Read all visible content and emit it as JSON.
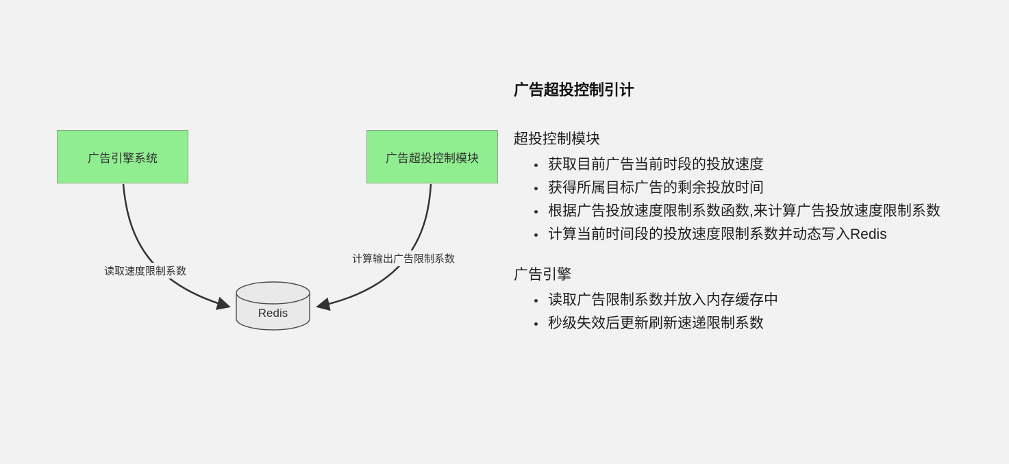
{
  "colors": {
    "background": "#f2f2f2",
    "node_fill": "#90ee90",
    "node_border": "#84a784",
    "db_fill": "#e9e9e9",
    "db_border": "#4a4a4a",
    "arrow": "#333333"
  },
  "diagram": {
    "nodes": [
      {
        "id": "ad-engine",
        "label": "广告引擎系统"
      },
      {
        "id": "overspend-control",
        "label": "广告超投控制模块"
      }
    ],
    "database": {
      "label": "Redis"
    },
    "edges": [
      {
        "from": "ad-engine",
        "to": "redis",
        "label": "读取速度限制系数"
      },
      {
        "from": "overspend-control",
        "to": "redis",
        "label": "计算输出广告限制系数"
      }
    ]
  },
  "notes": {
    "title": "广告超投控制引计",
    "sections": [
      {
        "heading": "超投控制模块",
        "bullets": [
          "获取目前广告当前时段的投放速度",
          "获得所属目标广告的剩余投放时间",
          "根据广告投放速度限制系数函数,来计算广告投放速度限制系数",
          "计算当前时间段的投放速度限制系数并动态写入Redis"
        ]
      },
      {
        "heading": "广告引擎",
        "bullets": [
          "读取广告限制系数并放入内存缓存中",
          "秒级失效后更新刷新速递限制系数"
        ]
      }
    ]
  }
}
